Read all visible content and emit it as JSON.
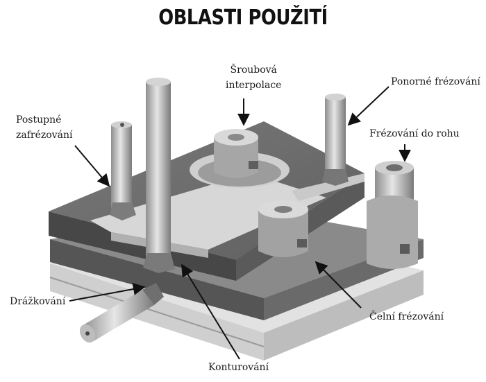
{
  "title": "OBLASTI POUŽITÍ",
  "labels": {
    "sroubova_line1": "Šroubová",
    "sroubova_line2": "interpolace",
    "ponorne": "Ponorné frézování",
    "postupne_line1": "Postupné",
    "postupne_line2": "zafrézování",
    "rohu": "Frézování do rohu",
    "drazkovani": "Drážkování",
    "celni": "Čelní frézování",
    "konturovani": "Konturování"
  },
  "colors": {
    "top_face": "#6f6f6f",
    "side_dark": "#4a4a4a",
    "plate_light": "#dcdcdc",
    "tool_steel": "#b9b9b9",
    "arrow": "#111111"
  }
}
